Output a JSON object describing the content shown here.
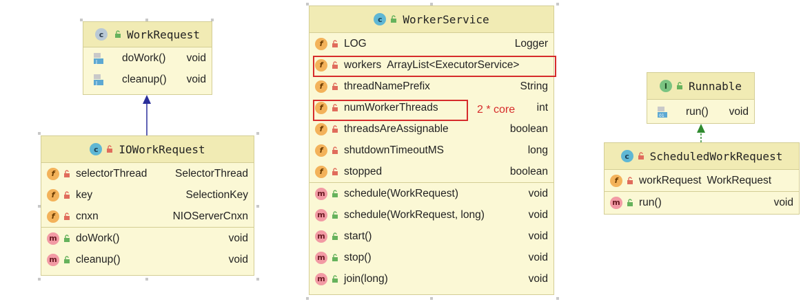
{
  "colors": {
    "box_bg": "#fbf8d5",
    "title_bg": "#f1ebb4",
    "border": "#d3cd94",
    "highlight": "#d62b2b",
    "arrow_extends": "#2a2e9a",
    "arrow_implements": "#2f8a2f"
  },
  "work_request": {
    "title": "WorkRequest",
    "methods": [
      {
        "name": "doWork()",
        "type": "void"
      },
      {
        "name": "cleanup()",
        "type": "void"
      }
    ]
  },
  "io_work_request": {
    "title": "IOWorkRequest",
    "fields": [
      {
        "name": "selectorThread",
        "type": "SelectorThread"
      },
      {
        "name": "key",
        "type": "SelectionKey"
      },
      {
        "name": "cnxn",
        "type": "NIOServerCnxn"
      }
    ],
    "methods": [
      {
        "name": "doWork()",
        "type": "void"
      },
      {
        "name": "cleanup()",
        "type": "void"
      }
    ]
  },
  "worker_service": {
    "title": "WorkerService",
    "fields": [
      {
        "name": "LOG",
        "type": "Logger"
      },
      {
        "name": "workers",
        "type": "ArrayList<ExecutorService>"
      },
      {
        "name": "threadNamePrefix",
        "type": "String"
      },
      {
        "name": "numWorkerThreads",
        "type": "int"
      },
      {
        "name": "threadsAreAssignable",
        "type": "boolean"
      },
      {
        "name": "shutdownTimeoutMS",
        "type": "long"
      },
      {
        "name": "stopped",
        "type": "boolean"
      }
    ],
    "methods": [
      {
        "name": "schedule(WorkRequest)",
        "type": "void"
      },
      {
        "name": "schedule(WorkRequest, long)",
        "type": "void"
      },
      {
        "name": "start()",
        "type": "void"
      },
      {
        "name": "stop()",
        "type": "void"
      },
      {
        "name": "join(long)",
        "type": "void"
      }
    ],
    "annotation": "2 * core"
  },
  "runnable": {
    "title": "Runnable",
    "methods": [
      {
        "name": "run()",
        "type": "void"
      }
    ]
  },
  "scheduled_work_request": {
    "title": "ScheduledWorkRequest",
    "fields": [
      {
        "name": "workRequest",
        "type": "WorkRequest"
      }
    ],
    "methods": [
      {
        "name": "run()",
        "type": "void"
      }
    ]
  },
  "icons": {
    "class": "c",
    "interface": "I",
    "field": "f",
    "method": "m"
  }
}
